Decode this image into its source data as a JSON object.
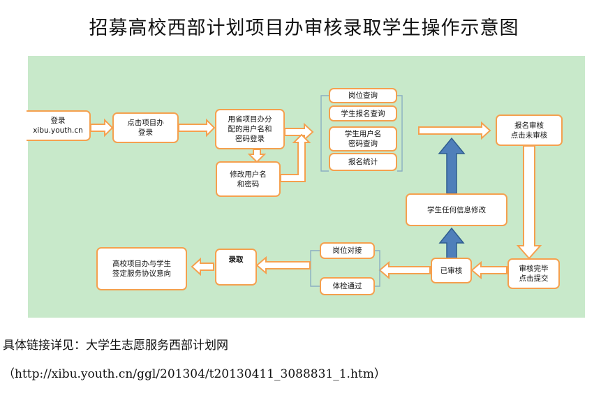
{
  "title": "招募高校西部计划项目办审核录取学生操作示意图",
  "nodes": {
    "login": "登录\nxibu.youth.cn",
    "click_office": "点击项目办\n登录",
    "province_login": "用省项目办分\n配的用户名和\n密码登录",
    "change_pw": "修改用户名\n和密码",
    "menu_post_query": "岗位查询",
    "menu_signup_query": "学生报名查询",
    "menu_user_pw_query": "学生用户名\n密码查询",
    "menu_signup_stats": "报名统计",
    "signup_review": "报名审核\n点击未审核",
    "modify_any_info": "学生任何信息修改",
    "review_submit": "审核完毕\n点击提交",
    "reviewed": "已审核",
    "post_match": "岗位对接",
    "health_check": "体检通过",
    "admit": "录取",
    "sign_agreement": "高校项目办与学生\n签定服务协议意向"
  },
  "footer": {
    "line1": "具体链接详见：大学生志愿服务西部计划网",
    "line2": "（http://xibu.youth.cn/ggl/201304/t20130411_3088831_1.htm）"
  }
}
